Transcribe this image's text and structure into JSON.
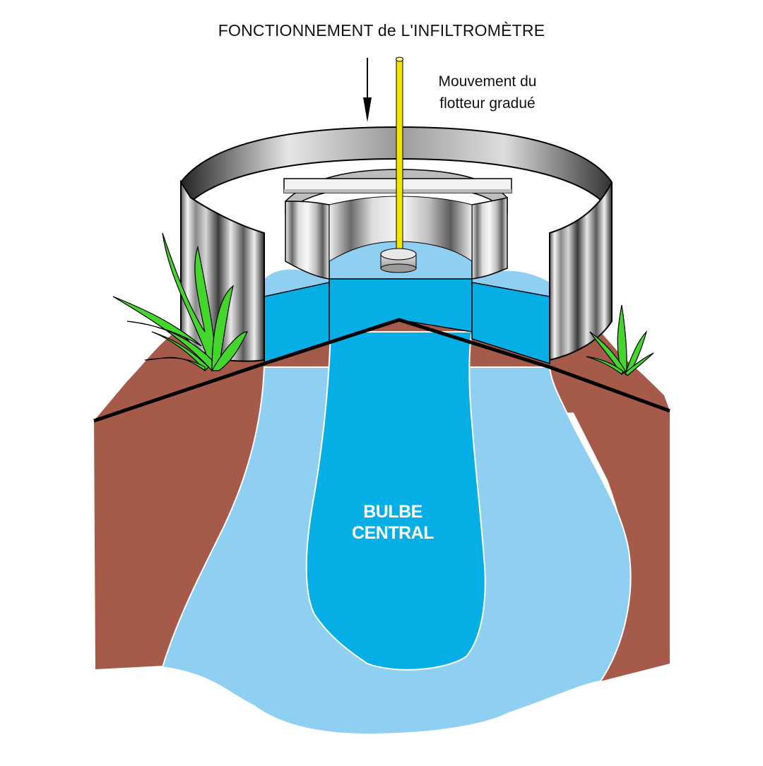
{
  "diagram": {
    "title_caps_1": "FONCTIONNEMENT",
    "title_lower": "de",
    "title_caps_2": "L'INFILTROMÈTRE",
    "float_label_line1": "Mouvement du",
    "float_label_line2": "flotteur gradué",
    "bulb_label_line1": "BULBE",
    "bulb_label_line2": "CENTRAL"
  },
  "colors": {
    "soil": "#a65a4a",
    "water_light": "#8ecff2",
    "water_dark": "#06aee6",
    "grass": "#44d62c",
    "float_rod": "#f2e600",
    "outline": "#000000"
  },
  "icons": [
    "down-arrow-icon",
    "grass-tuft-icon"
  ]
}
